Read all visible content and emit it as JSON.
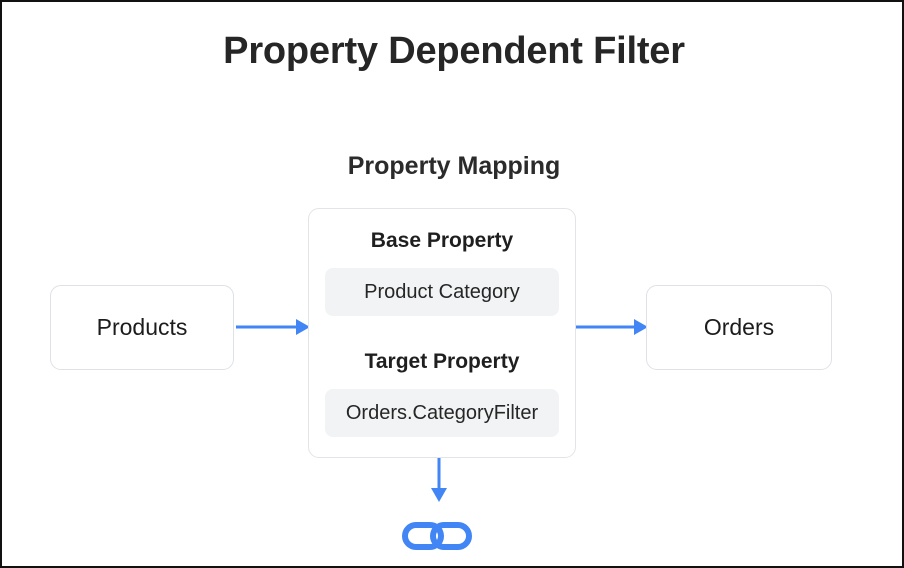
{
  "title": "Property Dependent Filter",
  "section": {
    "heading": "Property Mapping"
  },
  "nodes": {
    "source": {
      "label": "Products"
    },
    "target": {
      "label": "Orders"
    }
  },
  "mapping": {
    "base_property": {
      "label": "Base Property",
      "value": "Product Category"
    },
    "target_property": {
      "label": "Target Property",
      "value": "Orders.CategoryFilter"
    }
  },
  "icons": {
    "link": "link-chain-icon",
    "arrow_right": "arrow-right-icon",
    "arrow_down": "arrow-down-icon"
  },
  "colors": {
    "accent": "#4285f4",
    "card_border": "#e2e4e8",
    "node_border": "#dfe1e5",
    "value_background": "#f1f3f4",
    "title_text": "#262626",
    "page_border": "#111111"
  }
}
